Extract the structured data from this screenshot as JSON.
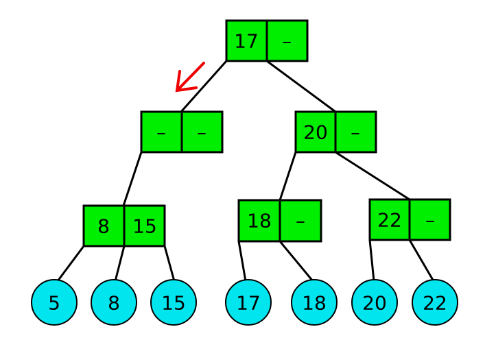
{
  "diagram": {
    "root": {
      "keys": [
        "17",
        "–"
      ]
    },
    "level1": [
      {
        "keys": [
          "–",
          "–"
        ]
      },
      {
        "keys": [
          "20",
          "–"
        ]
      }
    ],
    "level2": [
      {
        "keys": [
          "8",
          "15"
        ]
      },
      {
        "keys": [
          "18",
          "–"
        ]
      },
      {
        "keys": [
          "22",
          "–"
        ]
      }
    ],
    "leaves": [
      "5",
      "8",
      "15",
      "17",
      "18",
      "20",
      "22"
    ],
    "colors": {
      "internal_node": "#00ee00",
      "leaf_node": "#00e5ee",
      "deletion_arrow": "#ee0000"
    },
    "arrow_icon": "arrow-down-left-icon"
  }
}
